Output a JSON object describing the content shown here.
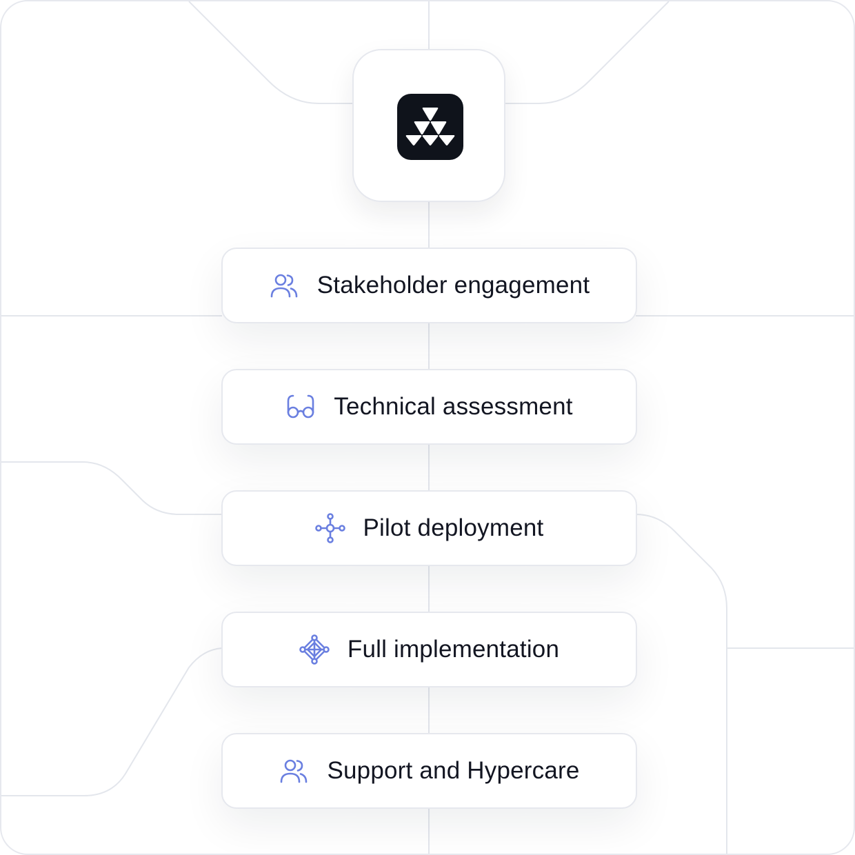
{
  "colors": {
    "accent": "#6a7fe0",
    "text": "#121521",
    "line": "#e3e6ec",
    "logo_bg": "#0f131b"
  },
  "logo": {
    "icon": "triangles-logo-icon"
  },
  "steps": [
    {
      "label": "Stakeholder engagement",
      "icon": "users-icon"
    },
    {
      "label": "Technical assessment",
      "icon": "glasses-icon"
    },
    {
      "label": "Pilot deployment",
      "icon": "nodes-network-icon"
    },
    {
      "label": "Full implementation",
      "icon": "diamond-network-icon"
    },
    {
      "label": "Support and Hypercare",
      "icon": "users-icon"
    }
  ]
}
